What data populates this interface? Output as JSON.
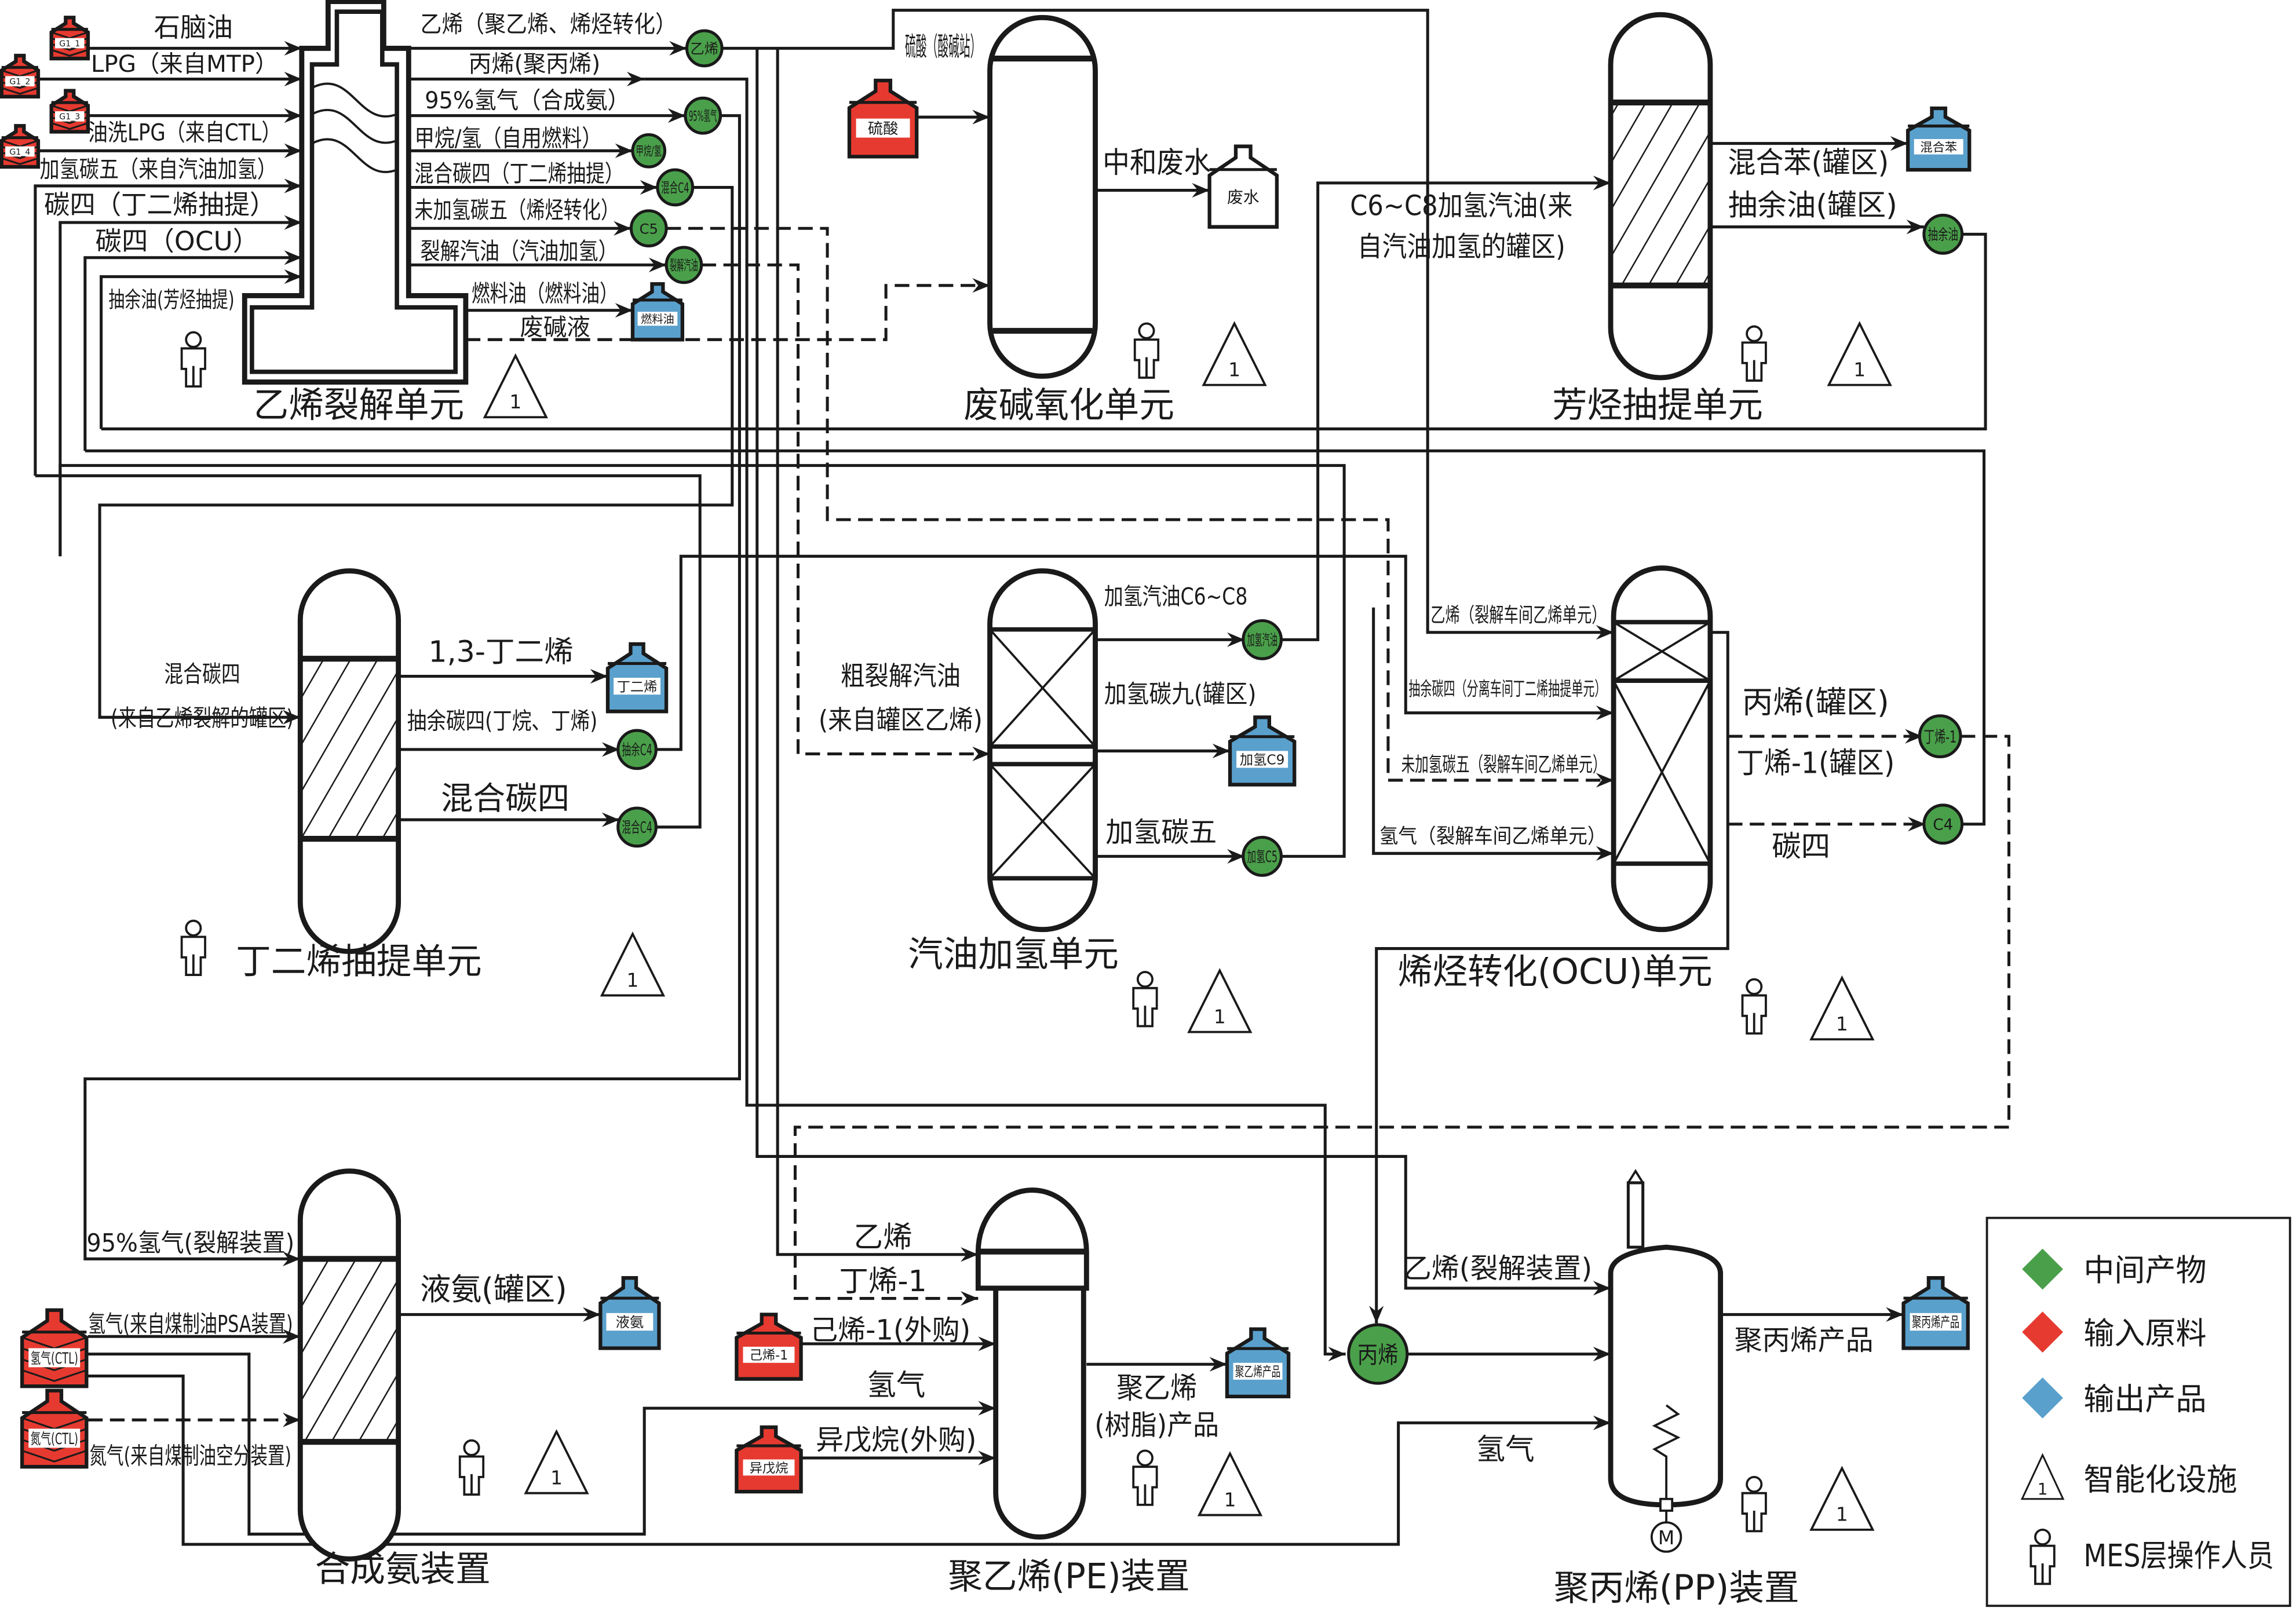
{
  "colors": {
    "intermediate": "#4aa04a",
    "input": "#e63a30",
    "output": "#5aa0cc"
  },
  "facility_marker": "1",
  "cracking": {
    "title": "乙烯裂解单元",
    "feeds": [
      "G1_1",
      "G1_2",
      "G1_3",
      "G1_4"
    ],
    "inputs": [
      "石脑油",
      "LPG（来自MTP）",
      "油洗LPG（来自CTL）",
      "加氢碳五（来自汽油加氢）",
      "碳四（丁二烯抽提）",
      "碳四（OCU）",
      "抽余油(芳烃抽提)"
    ],
    "outputs": [
      "乙烯（聚乙烯、烯烃转化）",
      "丙烯(聚丙烯)",
      "95%氢气（合成氨）",
      "甲烷/氢（自用燃料）",
      "混合碳四（丁二烯抽提）",
      "未加氢碳五（烯烃转化）",
      "裂解汽油（汽油加氢）",
      "燃料油（燃料油）",
      "废碱液"
    ],
    "nodes": [
      "乙烯",
      "95%氢气",
      "甲烷/氢",
      "混合C4",
      "C5",
      "裂解汽油"
    ],
    "tank": "燃料油"
  },
  "caustic": {
    "title": "废碱氧化单元",
    "acid_label": "硫酸（酸碱站）",
    "acid_tank": "硫酸",
    "output": "中和废水",
    "waste_tank": "废水"
  },
  "aromatics": {
    "title": "芳烃抽提单元",
    "input": [
      "C6~C8加氢汽油(来",
      "自汽油加氢的罐区)"
    ],
    "outputs": [
      "混合苯(罐区)",
      "抽余油(罐区)"
    ],
    "tank": "混合苯",
    "node": "抽余油"
  },
  "butadiene": {
    "title": "丁二烯抽提单元",
    "input": [
      "混合碳四",
      "(来自乙烯裂解的罐区)"
    ],
    "outputs": [
      "1,3-丁二烯",
      "抽余碳四(丁烷、丁烯)",
      "混合碳四"
    ],
    "tank": "丁二烯",
    "nodes": [
      "抽余C4",
      "混合C4"
    ]
  },
  "gasoline": {
    "title": "汽油加氢单元",
    "input": [
      "粗裂解汽油",
      "(来自罐区乙烯)"
    ],
    "outputs": [
      "加氢汽油C6~C8",
      "加氢碳九(罐区)",
      "加氢碳五"
    ],
    "nodes": [
      "加氢汽油",
      "加氢C5"
    ],
    "tank": "加氢C9"
  },
  "ocu": {
    "title": "烯烃转化(OCU)单元",
    "inputs": [
      "乙烯（裂解车间乙烯单元）",
      "抽余碳四（分离车间丁二烯抽提单元）",
      "未加氢碳五（裂解车间乙烯单元）",
      "氢气（裂解车间乙烯单元）"
    ],
    "outputs": [
      "丙烯(罐区)",
      "丁烯-1(罐区)",
      "碳四"
    ],
    "nodes": [
      "丁烯-1",
      "C4"
    ]
  },
  "ammonia": {
    "title": "合成氨装置",
    "inputs": [
      "95%氢气(裂解装置)",
      "氢气(来自煤制油PSA装置)",
      "氮气(来自煤制油空分装置)"
    ],
    "feeds": [
      "氢气(CTL)",
      "氮气(CTL)"
    ],
    "output": "液氨(罐区)",
    "tank": "液氨"
  },
  "pe": {
    "title": "聚乙烯(PE)装置",
    "inputs": [
      "乙烯",
      "丁烯-1",
      "己烯-1(外购)",
      "氢气",
      "异戊烷(外购)"
    ],
    "feeds": [
      "己烯-1",
      "异戊烷"
    ],
    "output": [
      "聚乙烯",
      "(树脂)产品"
    ],
    "tank": "聚乙烯产品"
  },
  "pp": {
    "title": "聚丙烯(PP)装置",
    "inputs": [
      "乙烯(裂解装置)",
      "氢气"
    ],
    "node": "丙烯",
    "output": "聚丙烯产品",
    "tank": "聚丙烯产品",
    "motor": "M"
  },
  "legend": {
    "items": [
      {
        "label": "中间产物",
        "symbol": "green-diamond"
      },
      {
        "label": "输入原料",
        "symbol": "red-diamond"
      },
      {
        "label": "输出产品",
        "symbol": "blue-diamond"
      },
      {
        "label": "智能化设施",
        "symbol": "triangle"
      },
      {
        "label": "MES层操作人员",
        "symbol": "person"
      }
    ]
  }
}
